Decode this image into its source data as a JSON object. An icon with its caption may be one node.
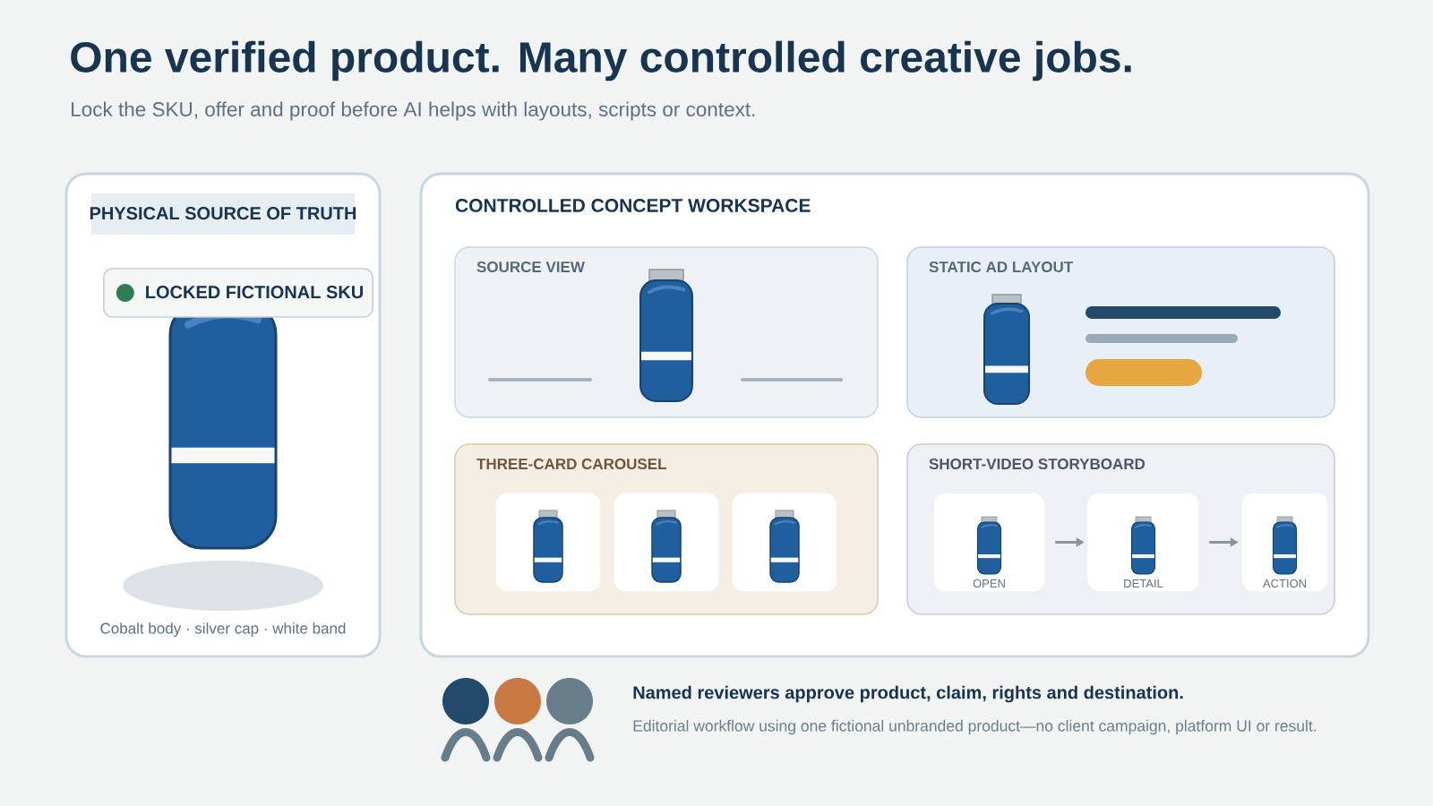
{
  "diagram": {
    "title": "One verified product. Many controlled creative jobs.",
    "nodes": [
      {
        "text": [
          "PHYSICAL SOURCE OF TRUTH",
          "Cobalt body · silver cap · white band"
        ]
      },
      {
        "text": [
          "LOCKED FICTIONAL SKU"
        ],
        "in": 0
      },
      {
        "text": [
          "CONTROLLED CONCEPT WORKSPACE"
        ]
      },
      {
        "text": [
          "SOURCE VIEW"
        ],
        "in": 2
      },
      {
        "text": [
          "STATIC AD LAYOUT"
        ],
        "in": 2
      },
      {
        "text": [
          "THREE-CARD CAROUSEL"
        ],
        "in": 2
      },
      {
        "text": [
          "SHORT-VIDEO STORYBOARD"
        ],
        "in": 2
      },
      {
        "text": [],
        "shape": "box",
        "in": 5
      },
      {
        "text": [],
        "shape": "box",
        "in": 5
      },
      {
        "text": [],
        "shape": "box",
        "in": 5
      },
      {
        "text": [
          "OPEN"
        ],
        "in": 6
      },
      {
        "text": [
          "DETAIL"
        ],
        "in": 6
      },
      {
        "text": [
          "ACTION"
        ],
        "in": 6
      }
    ],
    "edges": [
      {
        "from": 10,
        "to": 11,
        "arrow": "to"
      },
      {
        "from": 11,
        "to": 12,
        "arrow": "to"
      }
    ],
    "labels": [
      "Lock the SKU, offer and proof before AI helps with layouts, scripts or context.",
      "Named reviewers approve product, claim, rights and destination.",
      "Editorial workflow using one fictional unbranded product—no client campaign, platform UI or result."
    ]
  }
}
